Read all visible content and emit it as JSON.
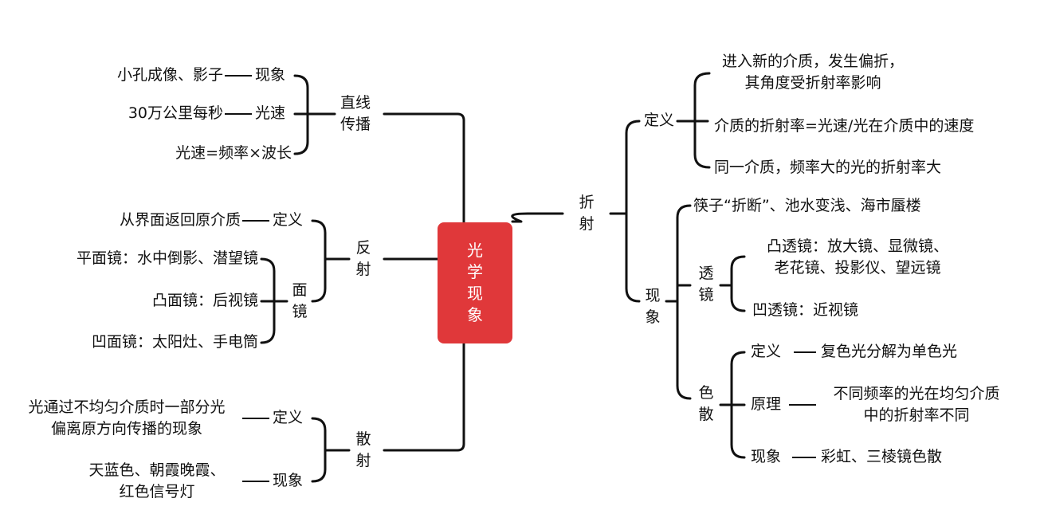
{
  "root": "光\n学\n现\n象",
  "left": {
    "zhixian": {
      "label": "直线\n传播",
      "items": [
        {
          "text": "小孔成像、影子",
          "key": "现象"
        },
        {
          "text": "30万公里每秒",
          "key": "光速"
        },
        {
          "text": "光速=频率×波长",
          "key": "波长"
        }
      ]
    },
    "fanshe": {
      "label": "反\n射",
      "definition": {
        "text": "从界面返回原介质",
        "key": "定义"
      },
      "mirror_label": "面\n镜",
      "mirrors": [
        "平面镜：水中倒影、潜望镜",
        "凸面镜：后视镜",
        "凹面镜：太阳灶、手电筒"
      ]
    },
    "sanshe": {
      "label": "散\n射",
      "items": [
        {
          "text": "光通过不均匀介质时一部分光\n偏离原方向传播的现象",
          "key": "定义"
        },
        {
          "text": "天蓝色、朝霞晚霞、\n红色信号灯",
          "key": "现象"
        }
      ]
    }
  },
  "right": {
    "zheshe": {
      "label": "折\n射",
      "definition": {
        "label": "定义",
        "items": [
          "进入新的介质，发生偏折，\n其角度受折射率影响",
          "介质的折射率=光速/光在介质中的速度",
          "同一介质，频率大的光的折射率大"
        ]
      },
      "phenomena": {
        "label": "现\n象",
        "first": "筷子“折断”、池水变浅、海市蜃楼",
        "lens": {
          "label": "透\n镜",
          "convex": "凸透镜：放大镜、显微镜、\n老花镜、投影仪、望远镜",
          "concave": "凹透镜：近视镜"
        },
        "dispersion": {
          "label": "色\n散",
          "items": [
            {
              "key": "定义",
              "text": "复色光分解为单色光"
            },
            {
              "key": "原理",
              "text": "不同频率的光在均匀介质\n中的折射率不同"
            },
            {
              "key": "现象",
              "text": "彩虹、三棱镜色散"
            }
          ]
        }
      }
    }
  }
}
